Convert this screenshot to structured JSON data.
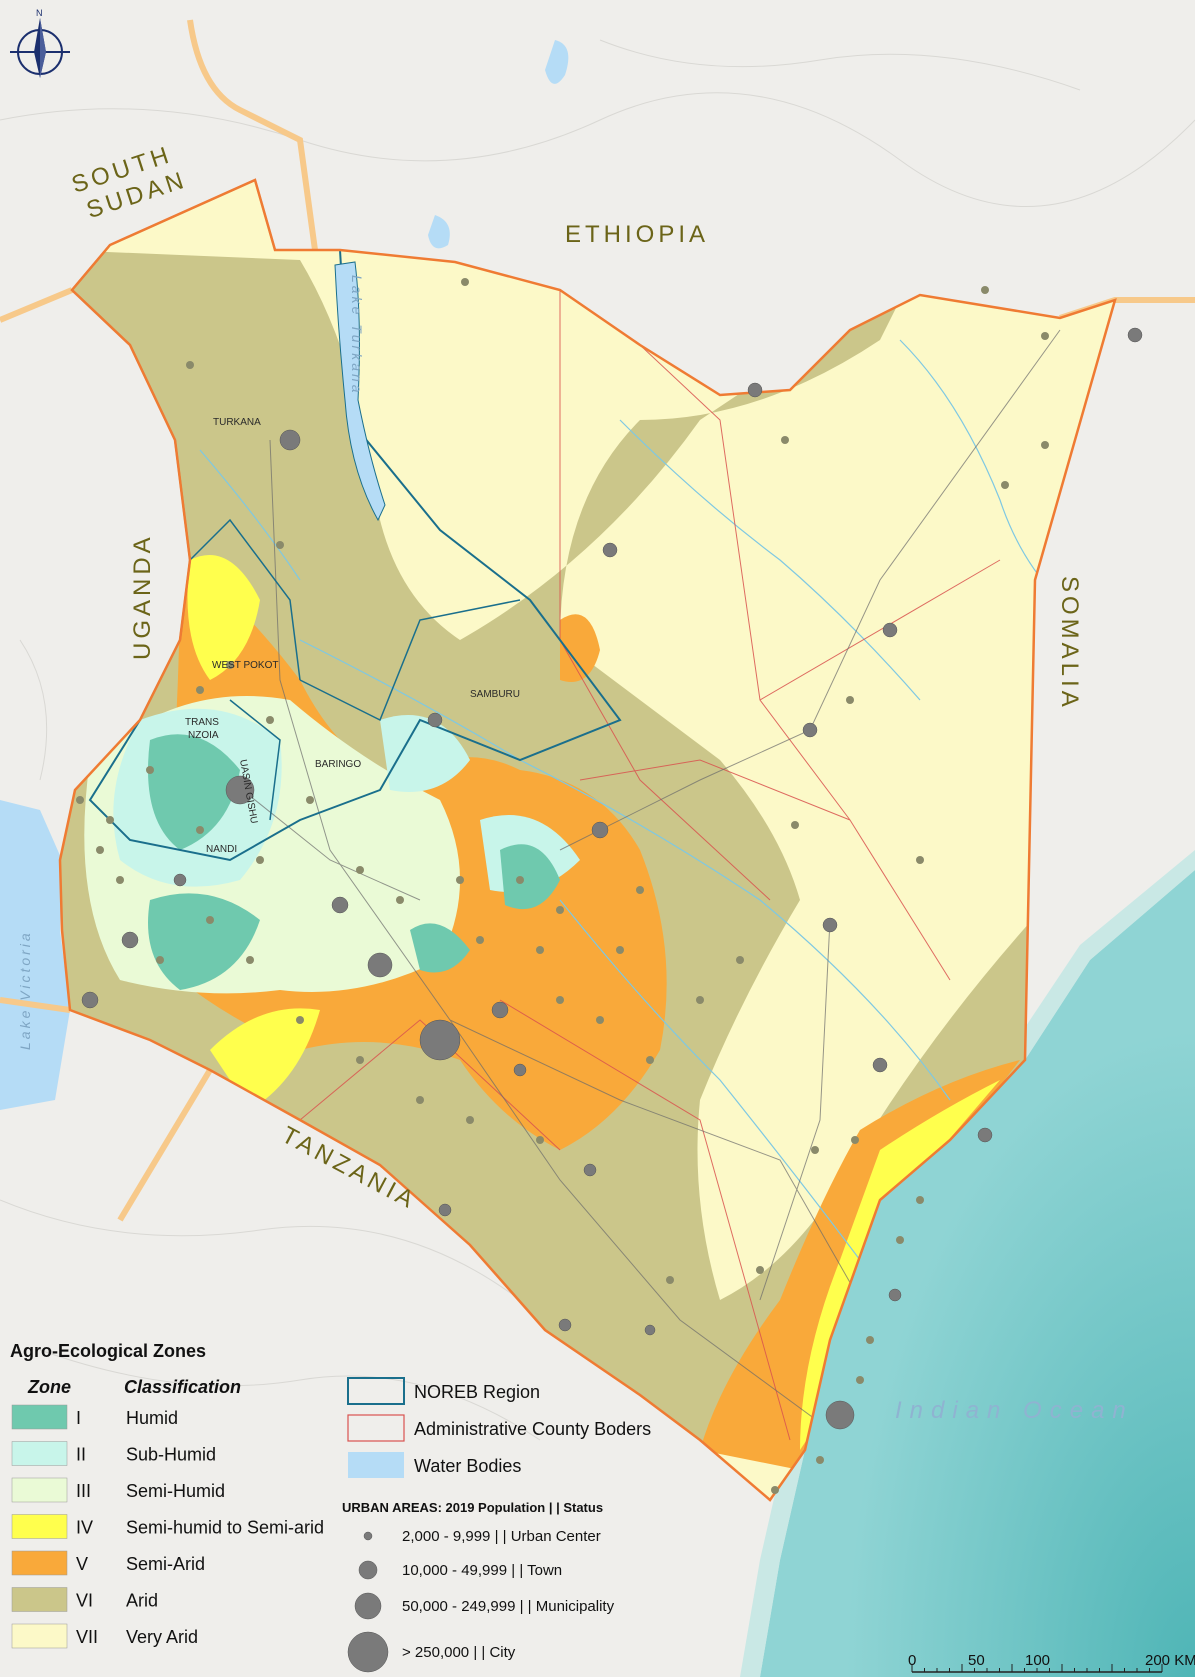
{
  "countries": {
    "south_sudan_1": "SOUTH",
    "south_sudan_2": "SUDAN",
    "ethiopia": "ETHIOPIA",
    "somalia": "SOMALIA",
    "uganda": "UGANDA",
    "tanzania": "TANZANIA"
  },
  "water": {
    "indian_ocean": "Indian Ocean",
    "lake_victoria": "Lake Victoria",
    "lake_turkana": "Lake Turkana"
  },
  "counties": {
    "turkana": "TURKANA",
    "west_pokot": "WEST POKOT",
    "samburu": "SAMBURU",
    "trans_nzoia_1": "TRANS",
    "trans_nzoia_2": "NZOIA",
    "baringo": "BARINGO",
    "uasin_gishu": "UASIN GISHU",
    "nandi": "NANDI"
  },
  "compass": {
    "north_label": "N"
  },
  "legend": {
    "title": "Agro-Ecological Zones",
    "zone_header": "Zone",
    "classification_header": "Classification",
    "zones": [
      {
        "id": "I",
        "label": "Humid",
        "color": "#6fc9ae"
      },
      {
        "id": "II",
        "label": "Sub-Humid",
        "color": "#c8f5ea"
      },
      {
        "id": "III",
        "label": "Semi-Humid",
        "color": "#eafad6"
      },
      {
        "id": "IV",
        "label": "Semi-humid to Semi-arid",
        "color": "#ffff4d"
      },
      {
        "id": "V",
        "label": "Semi-Arid",
        "color": "#f9a93a"
      },
      {
        "id": "VI",
        "label": "Arid",
        "color": "#cbc68a"
      },
      {
        "id": "VII",
        "label": "Very Arid",
        "color": "#fcf9c8"
      }
    ],
    "features": [
      {
        "label": "NOREB Region",
        "color": "#1a6f8c"
      },
      {
        "label": "Administrative County Boders",
        "color": "#d9534f"
      },
      {
        "label": "Water Bodies",
        "color": "#b5dcf6"
      }
    ],
    "urban_title": "URBAN AREAS: 2019 Population  | |  Status",
    "urban": [
      {
        "label": "2,000 - 9,999  | |  Urban Center"
      },
      {
        "label": "10,000 - 49,999  | |  Town"
      },
      {
        "label": "50,000 - 249,999  | |  Municipality"
      },
      {
        "label": "> 250,000  | |  City"
      }
    ]
  },
  "scale": {
    "ticks": [
      "0",
      "50",
      "100",
      "200 KM"
    ]
  }
}
